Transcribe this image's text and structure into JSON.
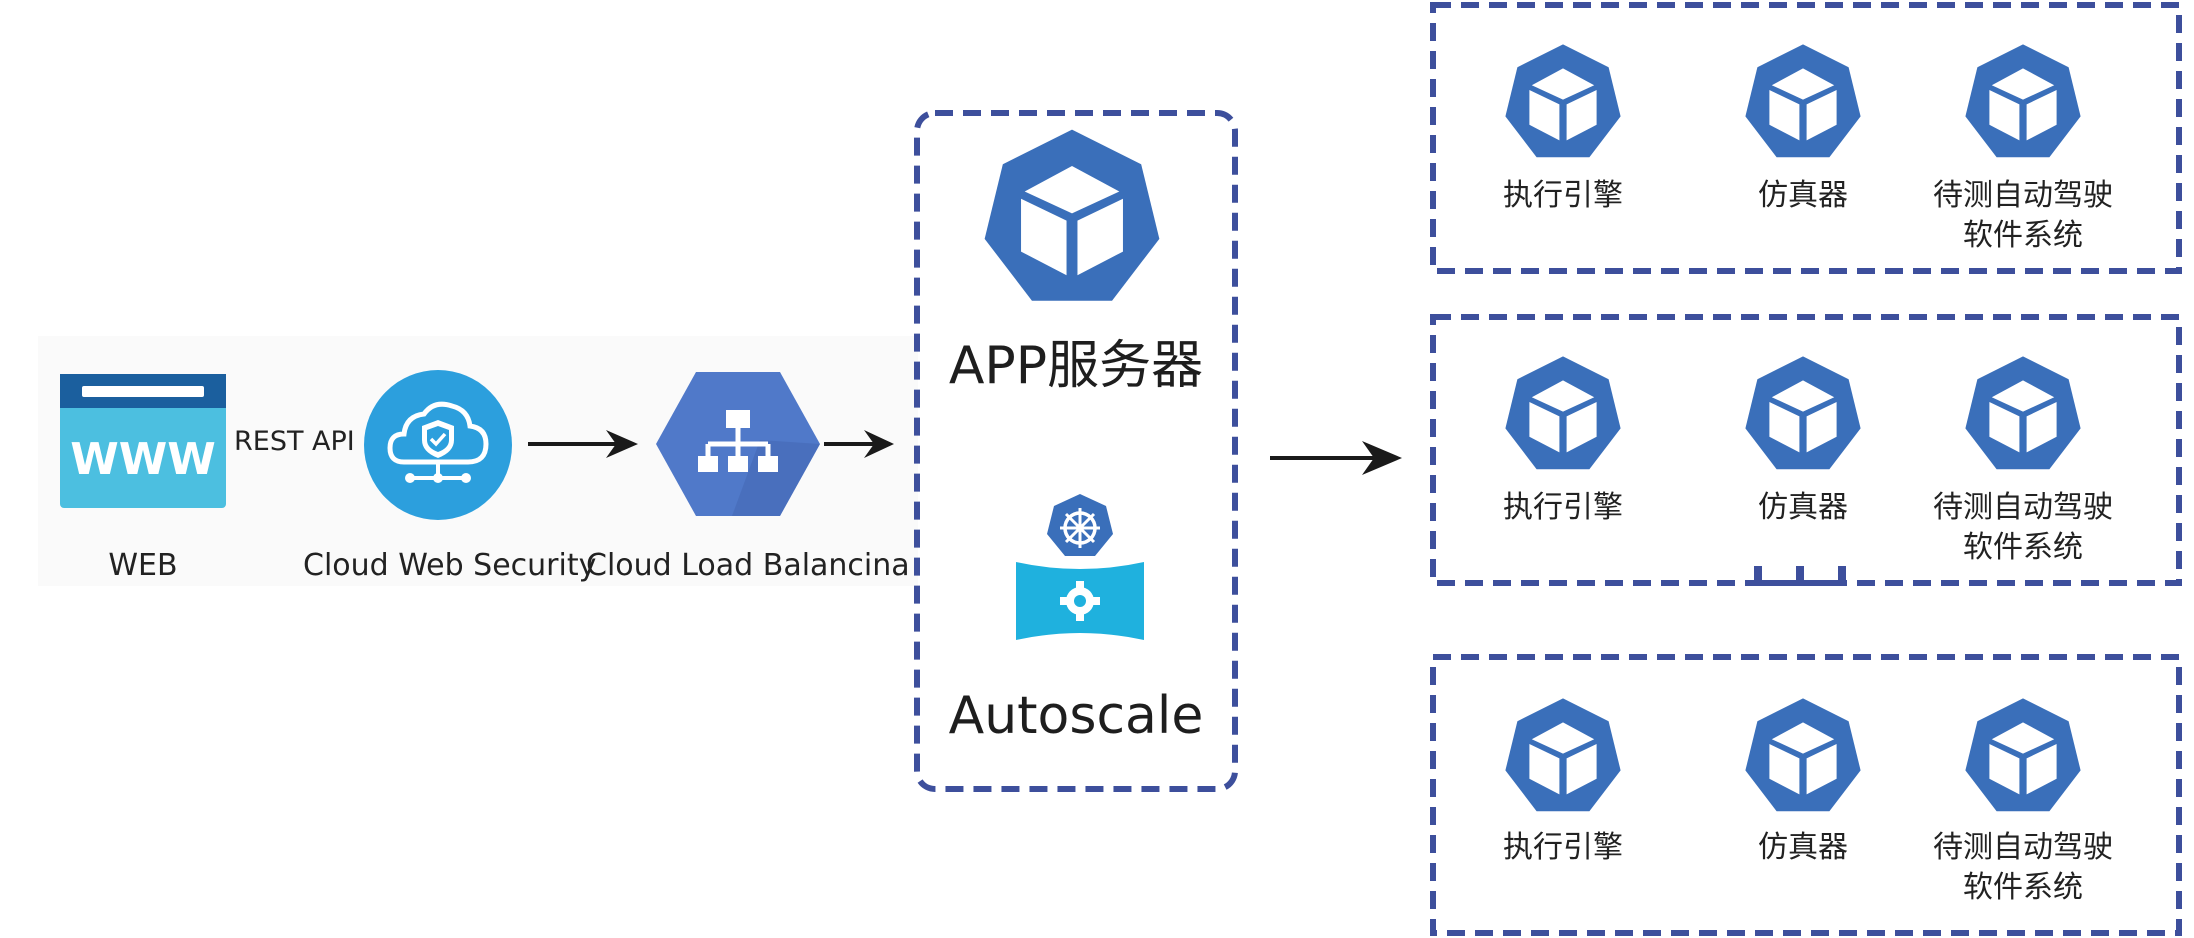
{
  "left_flow": {
    "web_label": "WEB",
    "web_icon_text": "WWW",
    "rest_api_label": "REST API",
    "security_label": "Cloud Web Security",
    "lb_label": "Cloud Load Balancina"
  },
  "app_box": {
    "title": "APP服务器",
    "autoscale_label": "Autoscale"
  },
  "clusters": [
    {
      "items": [
        {
          "label": "执行引擎"
        },
        {
          "label": "仿真器"
        },
        {
          "label": "待测自动驾驶\n软件系统"
        }
      ]
    },
    {
      "items": [
        {
          "label": "执行引擎"
        },
        {
          "label": "仿真器"
        },
        {
          "label": "待测自动驾驶\n软件系统"
        }
      ]
    },
    {
      "items": [
        {
          "label": "执行引擎"
        },
        {
          "label": "仿真器"
        },
        {
          "label": "待测自动驾驶\n软件系统"
        }
      ]
    }
  ],
  "colors": {
    "kube_blue": "#3a6fba",
    "dash_blue": "#3d4f9c",
    "web_cyan": "#4cbfe0",
    "web_dark": "#1b5f9e",
    "security_blue": "#2c9fdd",
    "lb_blue": "#5079c9",
    "arrow": "#1a1a1a"
  }
}
